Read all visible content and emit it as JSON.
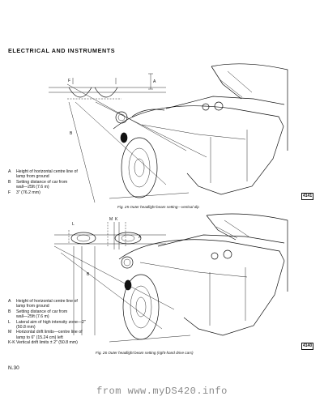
{
  "header": {
    "section_title": "ELECTRICAL AND INSTRUMENTS"
  },
  "figure25": {
    "legend": [
      {
        "key": "A",
        "text": [
          "Height of horizontal centre line of",
          "lamp from ground"
        ]
      },
      {
        "key": "B",
        "text": [
          "Setting distance of car from",
          "wall—25ft (7.6 m)"
        ]
      },
      {
        "key": "F",
        "text": [
          "3\" (76.2 mm)"
        ]
      }
    ],
    "caption": "Fig. 25  Outer headlight beam setting—vertical dip",
    "code": "4141",
    "callouts": [
      "A",
      "B",
      "F"
    ]
  },
  "figure26": {
    "legend": [
      {
        "key": "A",
        "text": [
          "Height of horizontal centre line of",
          "lamp from ground"
        ]
      },
      {
        "key": "B",
        "text": [
          "Setting distance of car from",
          "wall—25ft (7.6 m)"
        ]
      },
      {
        "key": "L",
        "text": [
          "Lateral aim of high intensity zone—2\"",
          "(50.8 mm)"
        ]
      },
      {
        "key": "M",
        "text": [
          "Horizontal drift limits—centre line of",
          "lamp to 6\" (15.24 cm) left"
        ]
      },
      {
        "key": "K-K",
        "text": [
          "Vertical drift limits ± 2\" (50.8 mm)"
        ]
      }
    ],
    "caption": "Fig. 26  Outer headlight beam setting (right-hand drive cars)",
    "code": "4140",
    "callouts": [
      "A",
      "B",
      "L",
      "M",
      "K"
    ]
  },
  "footer": {
    "page_number": "N.30"
  },
  "watermark": "from www.myDS420.info"
}
